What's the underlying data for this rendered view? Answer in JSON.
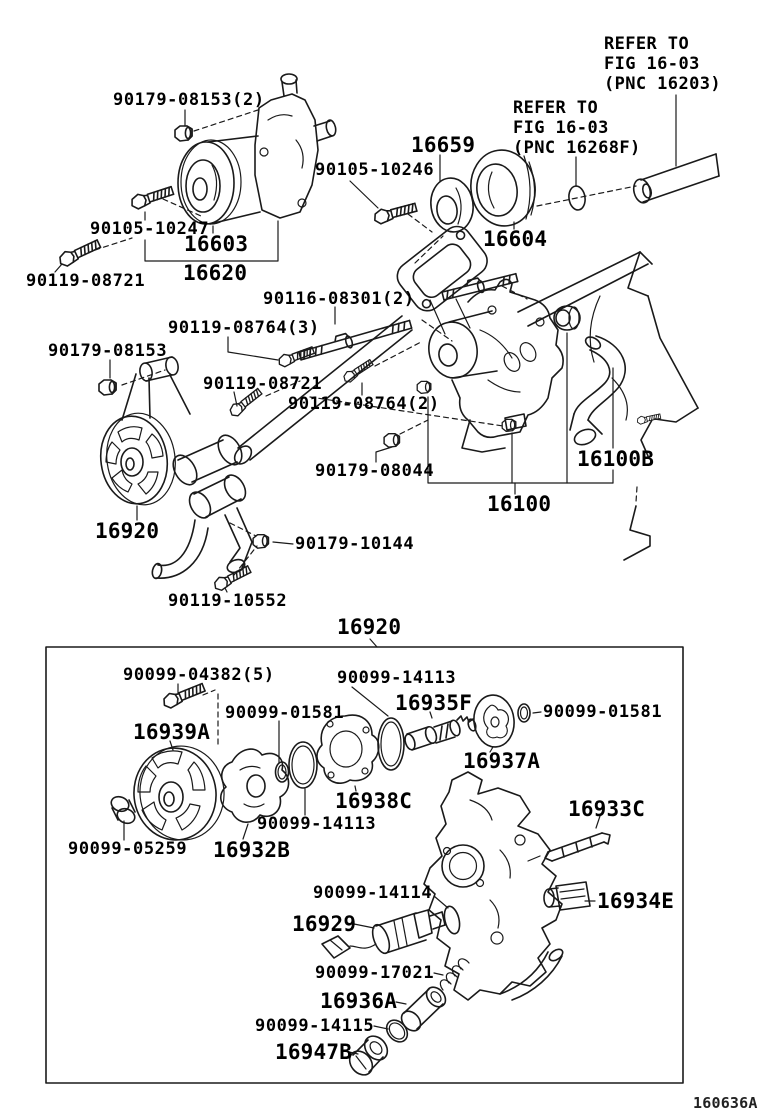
{
  "page": {
    "background": "#ffffff",
    "line_color": "#1a1a1a",
    "figure_code": "160636A"
  },
  "refer_notes": [
    {
      "lines": [
        "REFER TO",
        "FIG 16-03",
        "(PNC 16203)"
      ]
    },
    {
      "lines": [
        "REFER TO",
        "FIG 16-03",
        "(PNC 16268F)"
      ]
    }
  ],
  "sections": {
    "upper_diagram": {
      "labels": [
        {
          "text": "90179-08153(2)"
        },
        {
          "text": "90105-10246"
        },
        {
          "text": "16659"
        },
        {
          "text": "90105-10247"
        },
        {
          "text": "16603"
        },
        {
          "text": "16620"
        },
        {
          "text": "90119-08721"
        },
        {
          "text": "16604"
        },
        {
          "text": "90116-08301(2)"
        },
        {
          "text": "90119-08764(3)"
        },
        {
          "text": "90179-08153"
        },
        {
          "text": "90119-08721"
        },
        {
          "text": "90119-08764(2)"
        },
        {
          "text": "90179-08044"
        },
        {
          "text": "16100B"
        },
        {
          "text": "16100"
        },
        {
          "text": "16920"
        },
        {
          "text": "90179-10144"
        },
        {
          "text": "90119-10552"
        }
      ]
    },
    "detail_box": {
      "title": "16920",
      "labels": [
        {
          "text": "90099-04382(5)"
        },
        {
          "text": "90099-14113"
        },
        {
          "text": "16935F"
        },
        {
          "text": "90099-01581"
        },
        {
          "text": "90099-01581"
        },
        {
          "text": "16939A"
        },
        {
          "text": "16937A"
        },
        {
          "text": "16938C"
        },
        {
          "text": "90099-14113"
        },
        {
          "text": "90099-05259"
        },
        {
          "text": "16932B"
        },
        {
          "text": "16933C"
        },
        {
          "text": "90099-14114"
        },
        {
          "text": "16929"
        },
        {
          "text": "90099-17021"
        },
        {
          "text": "16936A"
        },
        {
          "text": "90099-14115"
        },
        {
          "text": "16947B"
        },
        {
          "text": "16934E"
        }
      ]
    }
  }
}
